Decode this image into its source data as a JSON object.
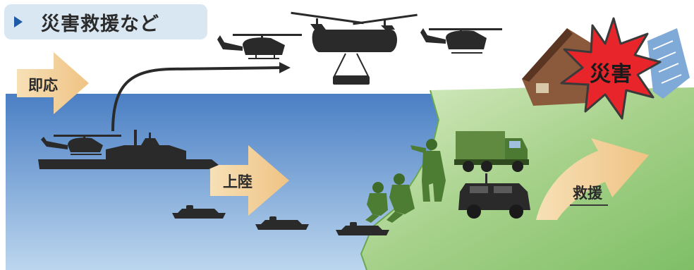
{
  "header": {
    "title": "災害救援など",
    "bullet_icon": "chevron-right-icon"
  },
  "arrows": {
    "rapid_response": "即応",
    "landing": "上陸",
    "rescue": "救援"
  },
  "disaster_sign": "災害",
  "colors": {
    "sea": "#3a6fb5",
    "land": "#a6d18a",
    "arrow_fill": "#f2ce96",
    "disaster_burst": "#e8252a",
    "silhouette": "#2a2a2a",
    "title_bg": "#d9e7f3",
    "title_bullet": "#1f5aa6"
  }
}
